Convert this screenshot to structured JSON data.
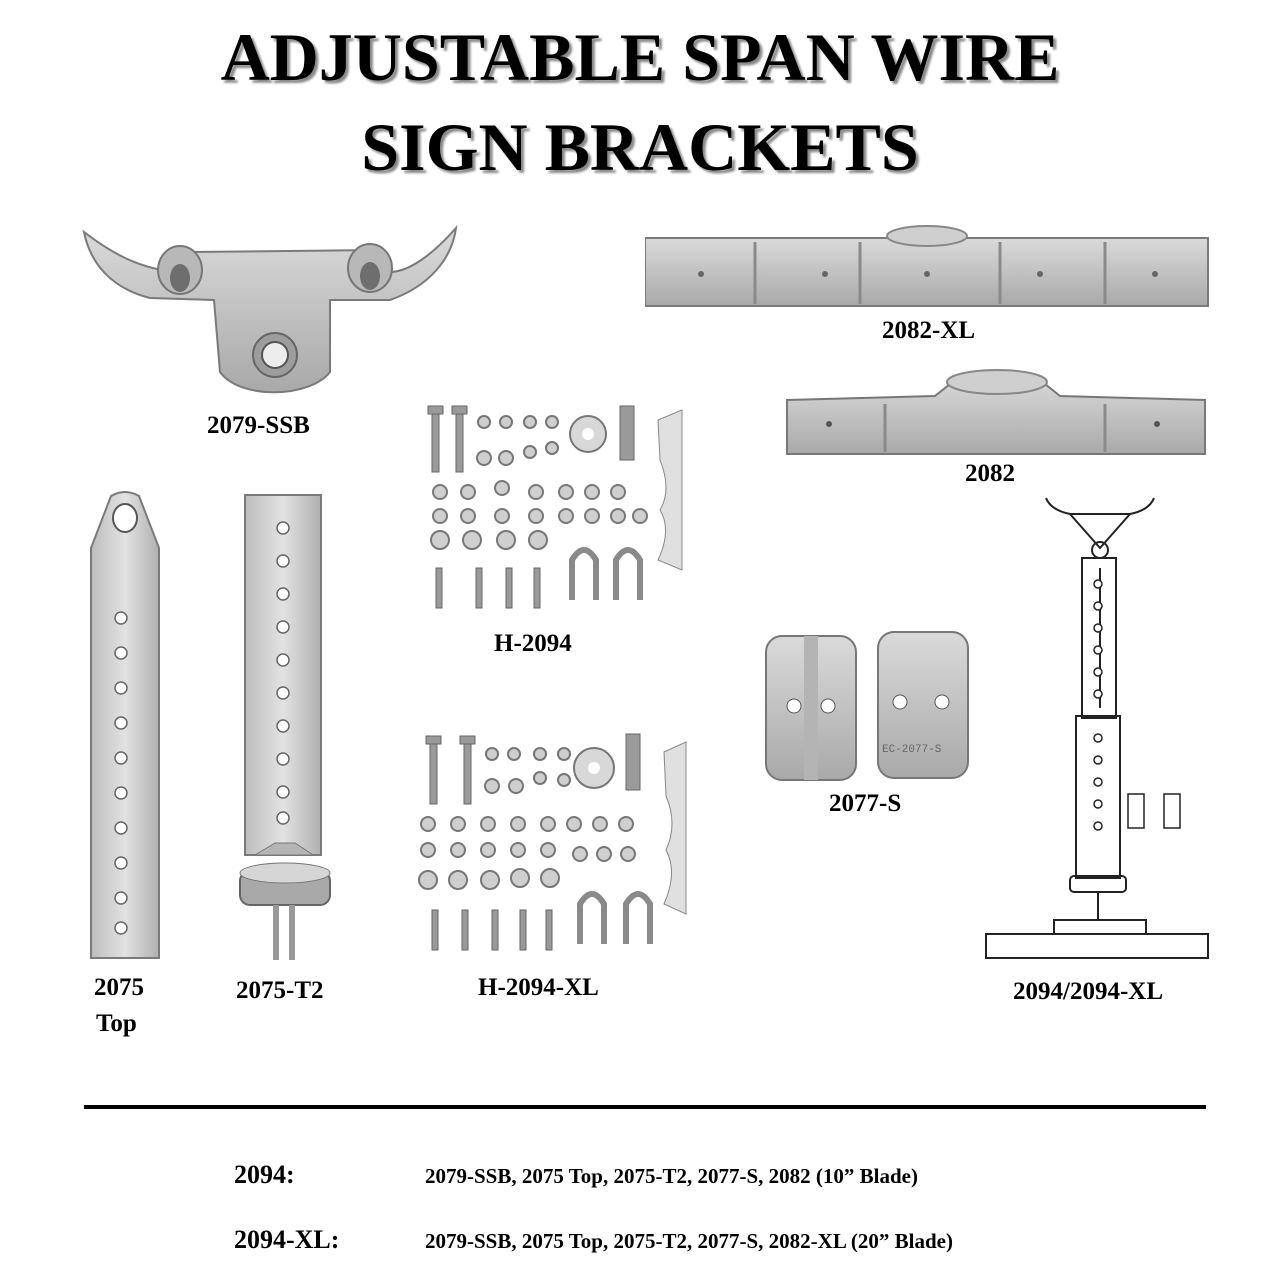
{
  "header": {
    "title_line1": "ADJUSTABLE SPAN WIRE",
    "title_line2": "SIGN BRACKETS"
  },
  "parts": [
    {
      "id": "2079-SSB",
      "label": "2079-SSB"
    },
    {
      "id": "2082-XL",
      "label": "2082-XL"
    },
    {
      "id": "2082",
      "label": "2082"
    },
    {
      "id": "2075",
      "label_line1": "2075",
      "label_line2": "Top"
    },
    {
      "id": "2075-T2",
      "label": "2075-T2"
    },
    {
      "id": "H-2094",
      "label": "H-2094"
    },
    {
      "id": "H-2094-XL",
      "label": "H-2094-XL"
    },
    {
      "id": "2077-S",
      "label": "2077-S",
      "stamp": "EC-2077-S"
    },
    {
      "id": "2094/2094-XL",
      "label": "2094/2094-XL"
    }
  ],
  "kits": [
    {
      "name": "2094:",
      "components": "2079-SSB, 2075 Top, 2075-T2, 2077-S, 2082 (10” Blade)"
    },
    {
      "name": "2094-XL:",
      "components": "2079-SSB, 2075 Top, 2075-T2, 2077-S, 2082-XL (20” Blade)"
    }
  ],
  "colors": {
    "metal": "#c9c9c9",
    "metal_dark": "#8e8e8e",
    "metal_light": "#e4e4e4",
    "rule": "#000000"
  }
}
